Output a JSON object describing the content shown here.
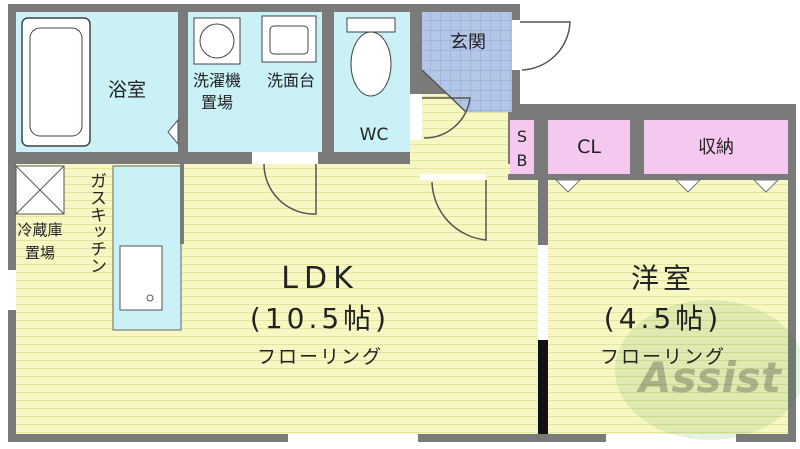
{
  "rooms": {
    "bath": {
      "label": "浴室"
    },
    "washer": {
      "line1": "洗濯機",
      "line2": "置場"
    },
    "vanity": {
      "label": "洗面台"
    },
    "wc": {
      "label": "WC"
    },
    "entrance": {
      "label": "玄関"
    },
    "shoebox": {
      "line1": "S",
      "line2": "B"
    },
    "closet": {
      "label": "CL"
    },
    "storage": {
      "label": "収納"
    },
    "fridge": {
      "line1": "冷蔵庫",
      "line2": "置場"
    },
    "kitchen": {
      "label": "ガスキッチン"
    },
    "ldk": {
      "name": "LDK",
      "size": "(10.5帖)",
      "floor": "フローリング"
    },
    "western": {
      "name": "洋室",
      "size": "(4.5帖)",
      "floor": "フローリング"
    }
  },
  "watermark": {
    "text": "Assist"
  },
  "colors": {
    "wall": "#7a7a7a",
    "wet_area": "#c9f1f6",
    "flooring": "#f7f7c4",
    "storage": "#f5c8f0",
    "entrance_tile": "#b5c7e8",
    "watermark": "#2e8b2e"
  }
}
